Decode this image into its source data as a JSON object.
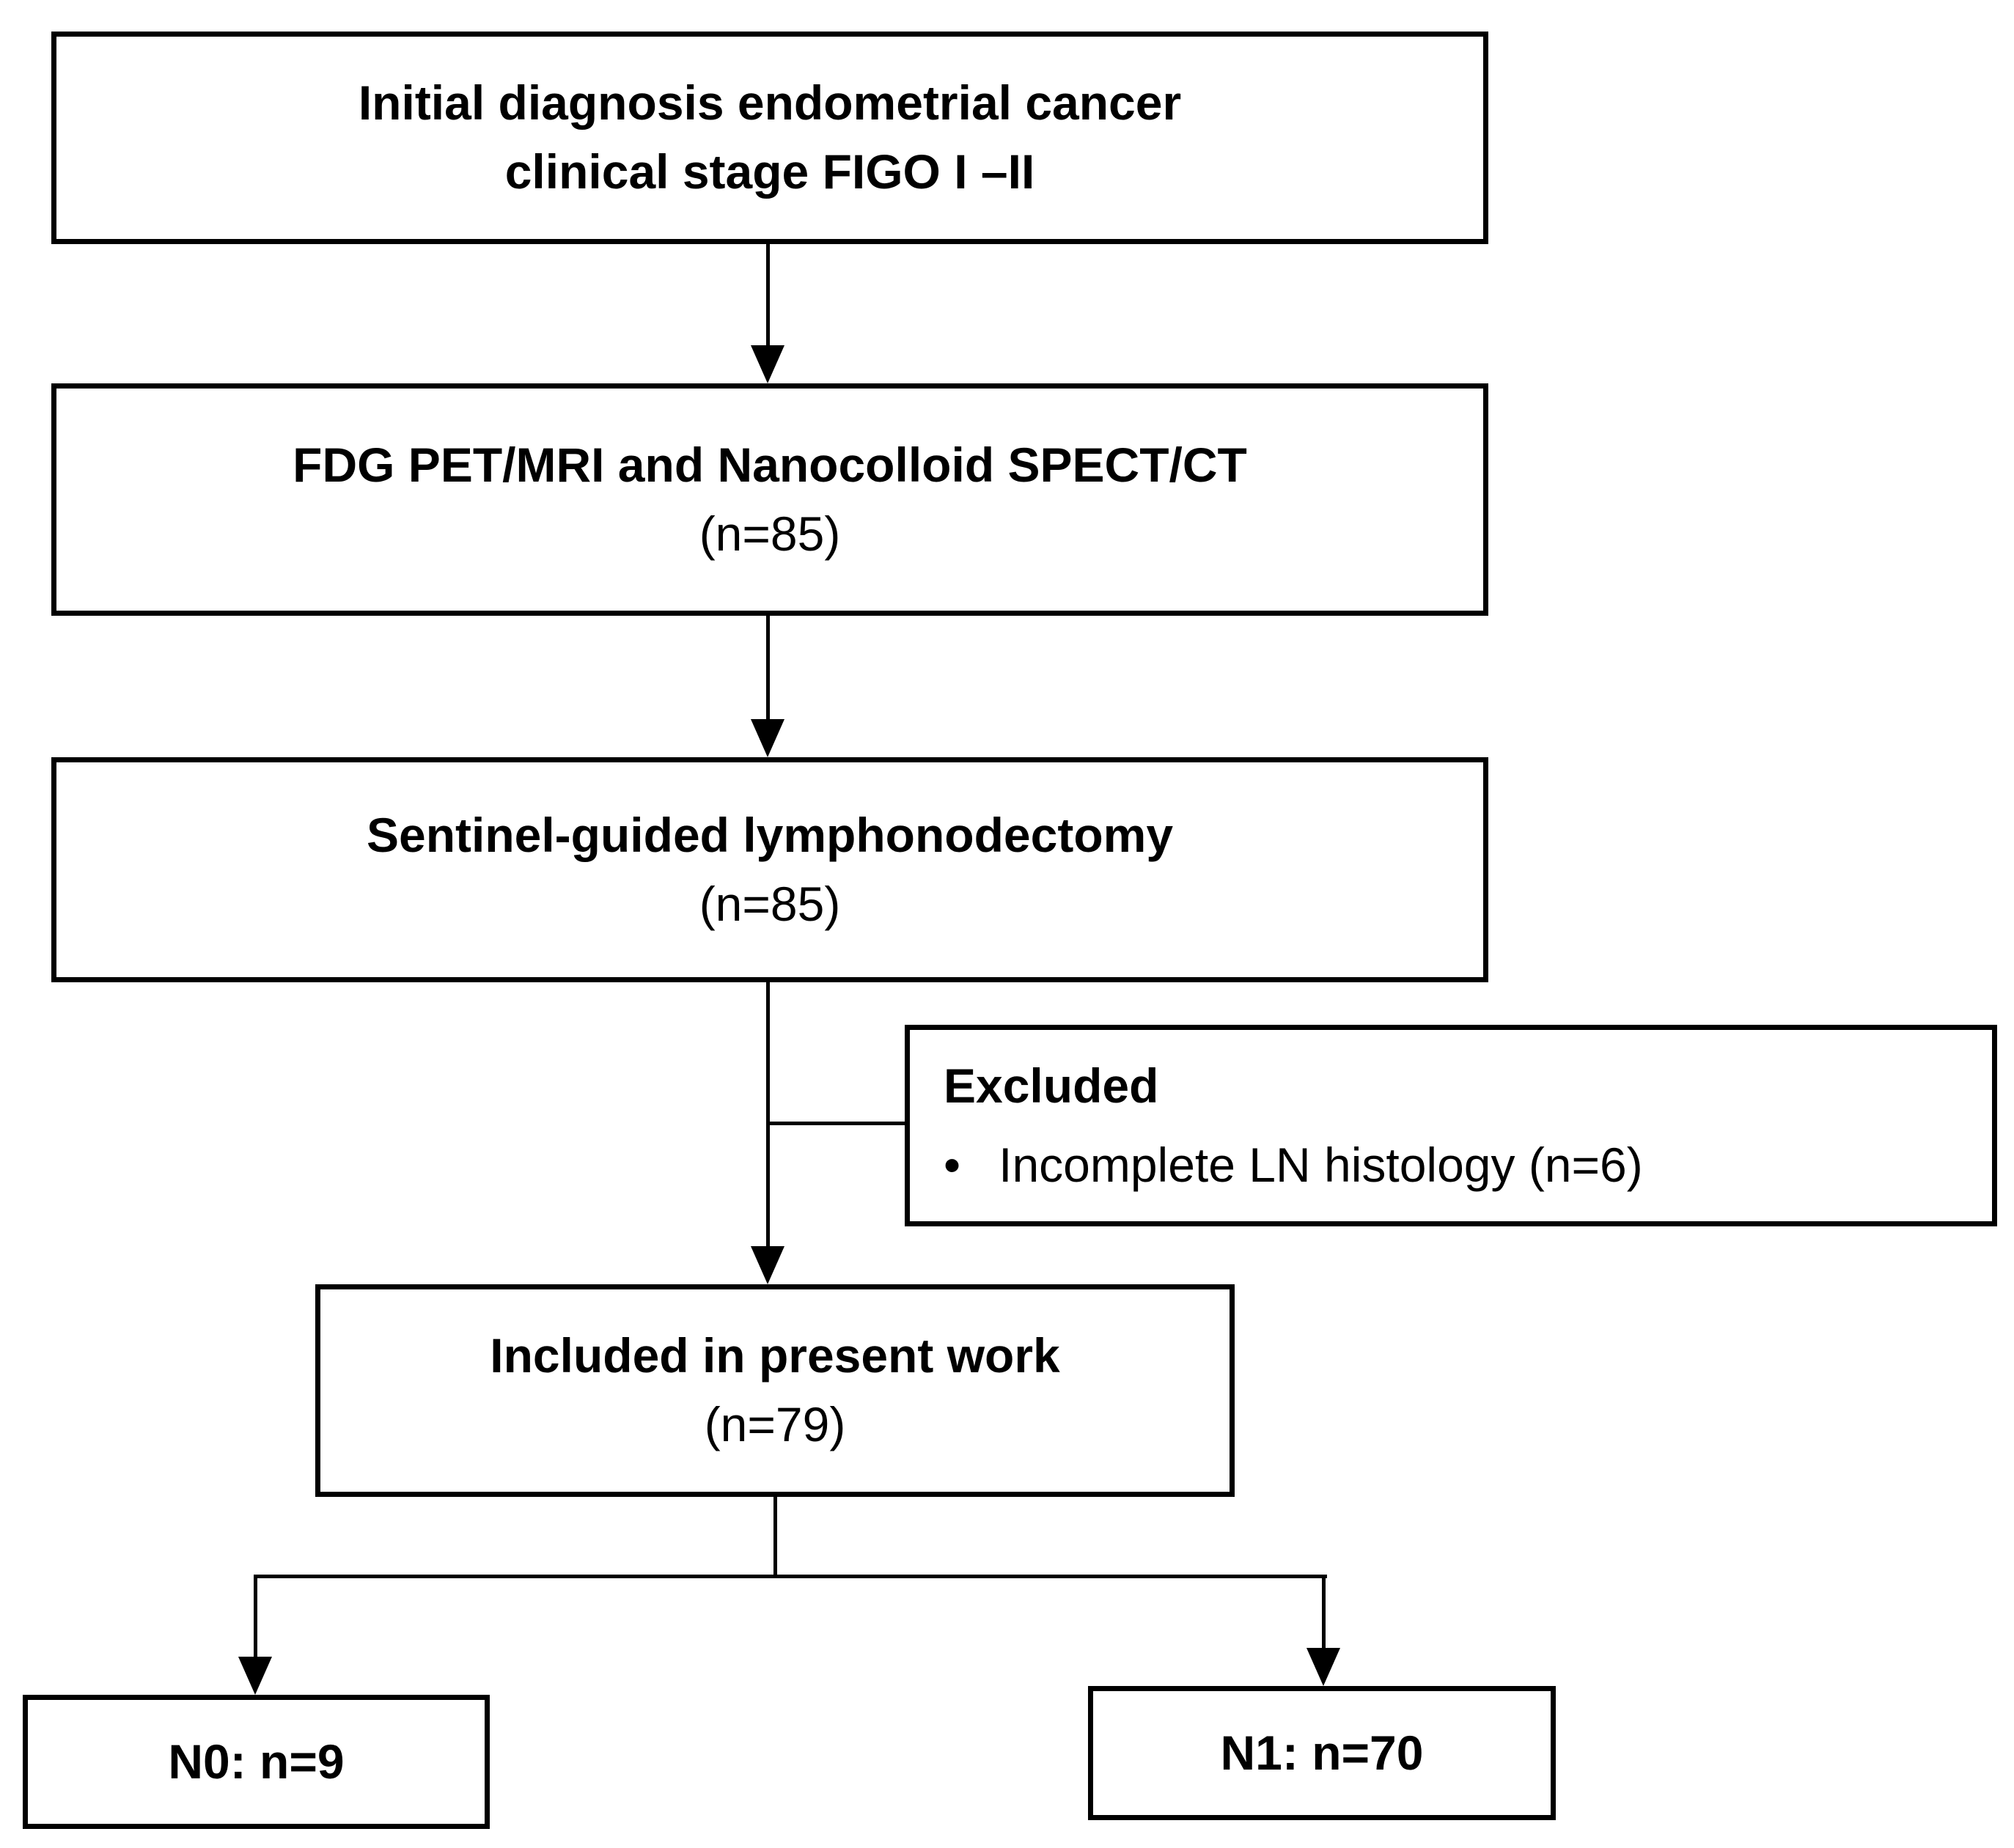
{
  "figure": {
    "type": "flowchart",
    "background": "#ffffff",
    "line_color": "#000000",
    "text_color": "#000000"
  },
  "nodes": {
    "initial": {
      "line1": "Initial diagnosis endometrial cancer",
      "line2": "clinical stage FIGO I –II"
    },
    "imaging": {
      "line1": "FDG PET/MRI and Nanocolloid SPECT/CT",
      "line2": "(n=85)"
    },
    "sentinel": {
      "line1": "Sentinel-guided lymphonodectomy",
      "line2": "(n=85)"
    },
    "excluded": {
      "title": "Excluded",
      "bullet_marker": "•",
      "bullet_text": "Incomplete LN histology (n=6)"
    },
    "included": {
      "line1": "Included in present work",
      "line2": "(n=79)"
    },
    "n0": {
      "label": "N0: n=9"
    },
    "n1": {
      "label": "N1: n=70"
    }
  }
}
